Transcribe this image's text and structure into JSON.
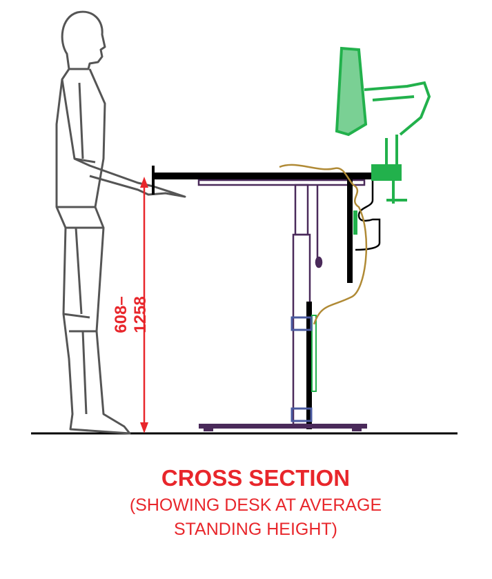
{
  "dimension_label": "608–1258",
  "caption": {
    "title": "CROSS SECTION",
    "subtitle_line1": "(SHOWING DESK AT AVERAGE",
    "subtitle_line2": "STANDING HEIGHT)"
  },
  "colors": {
    "accent_red": "#e8262b",
    "frame_purple": "#4a2a5a",
    "monitor_green": "#22b14c",
    "cable_gold": "#b08a35",
    "clamp_blue": "#4a5aa0",
    "figure_gray": "#555555"
  }
}
